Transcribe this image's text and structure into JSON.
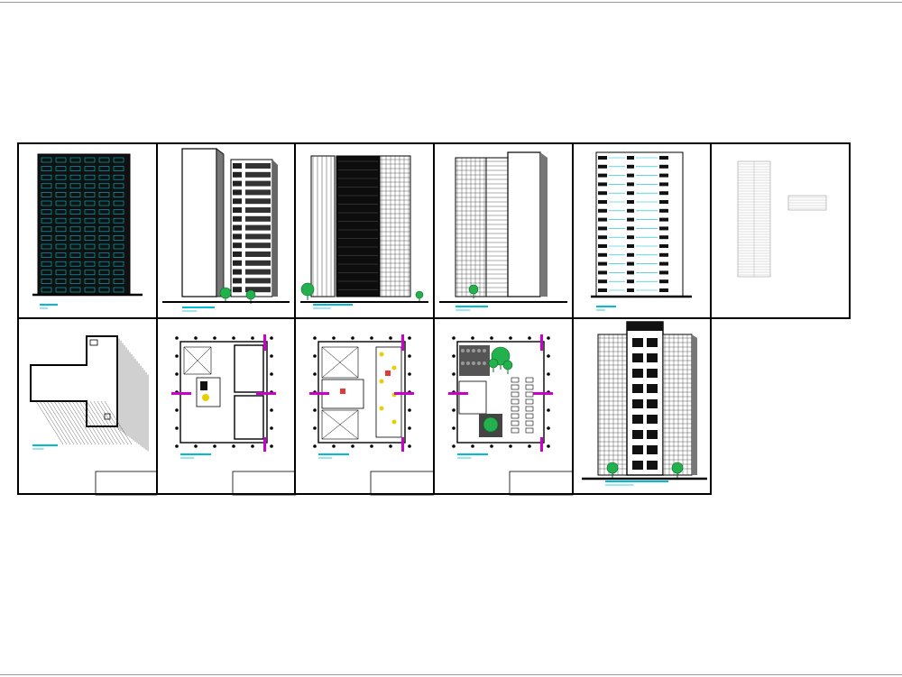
{
  "drawing": {
    "sheets": [
      {
        "id": "sheet-1",
        "kind": "section-elevation"
      },
      {
        "id": "sheet-2",
        "kind": "side-elevation"
      },
      {
        "id": "sheet-3",
        "kind": "front-elevation"
      },
      {
        "id": "sheet-4",
        "kind": "rear-elevation"
      },
      {
        "id": "sheet-5",
        "kind": "section-balconies"
      },
      {
        "id": "sheet-6",
        "kind": "schedule-table"
      },
      {
        "id": "sheet-7",
        "kind": "roof-plan"
      },
      {
        "id": "sheet-8",
        "kind": "floor-plan-basement"
      },
      {
        "id": "sheet-9",
        "kind": "floor-plan-typical"
      },
      {
        "id": "sheet-10",
        "kind": "floor-plan-ground"
      },
      {
        "id": "sheet-11",
        "kind": "front-elevation-detail"
      }
    ],
    "colors": {
      "line": "#000000",
      "frame": "#9a9a9a",
      "annotation": "#00bcd4",
      "section_cut": "#cc00cc",
      "vegetation": "#22b14c",
      "furniture": "#e6d000",
      "accent_red": "#e53935"
    }
  }
}
